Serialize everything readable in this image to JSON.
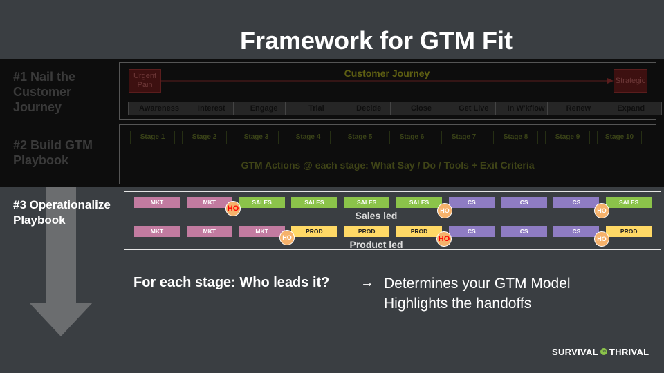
{
  "title": "Framework for GTM Fit",
  "steps": {
    "step1": "#1 Nail the Customer Journey",
    "step2": "#2 Build GTM Playbook",
    "step3": "#3 Operationalize Playbook"
  },
  "journey": {
    "title": "Customer Journey",
    "start": "Urgent Pain",
    "end": "Strategic",
    "stages": [
      "Awareness",
      "Interest",
      "Engage",
      "Trial",
      "Decide",
      "Close",
      "Get Live",
      "In W'kflow",
      "Renew",
      "Expand"
    ]
  },
  "playbook": {
    "stages": [
      "Stage 1",
      "Stage 2",
      "Stage 3",
      "Stage 4",
      "Stage 5",
      "Stage 6",
      "Stage 7",
      "Stage 8",
      "Stage 9",
      "Stage 10"
    ],
    "actions": "GTM Actions @ each stage:  What Say / Do / Tools + Exit Criteria"
  },
  "operationalize": {
    "sales_led": {
      "caption": "Sales led",
      "chips": [
        "MKT",
        "MKT",
        "SALES",
        "SALES",
        "SALES",
        "SALES",
        "CS",
        "CS",
        "CS",
        "SALES"
      ],
      "ho": [
        "HO",
        "HO",
        "HO"
      ]
    },
    "product_led": {
      "caption": "Product led",
      "chips": [
        "MKT",
        "MKT",
        "MKT",
        "PROD",
        "PROD",
        "PROD",
        "CS",
        "CS",
        "CS",
        "PROD"
      ],
      "ho": [
        "HO",
        "HO",
        "HO"
      ]
    }
  },
  "bottom": {
    "question": "For each stage:  Who leads it?",
    "arrow": "→",
    "answer1": "Determines your GTM Model",
    "answer2": "Highlights the handoffs"
  },
  "logo": {
    "left": "SURVIVAL",
    "mid": "to",
    "right": "THRIVAL"
  },
  "colors": {
    "background": "#3a3e42",
    "mkt": "#c27ba0",
    "sales": "#8bc34a",
    "cs": "#8e7cc3",
    "prod": "#ffd966",
    "handoff": "#f6b26b",
    "handoff_red_text": "#ff0000"
  }
}
